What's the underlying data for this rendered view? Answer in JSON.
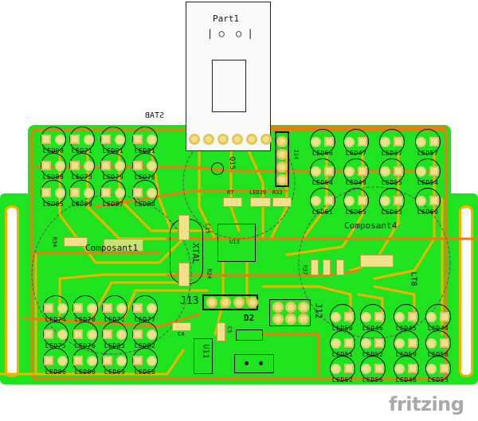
{
  "board": {
    "part1_label": "Part1",
    "stab_label": "STAB",
    "composant1_label": "Composant1",
    "composant4_label": "Composant4",
    "j13_label": "J13",
    "j12_label": "J12",
    "d2_label": "D2",
    "u13_label": "U13",
    "u11_label": "U11",
    "xtal_label": "XTAL",
    "j14_label": "J14",
    "r34_label": "R34",
    "r33_label": "R33",
    "r37_label": "R37",
    "r24_label": "R24",
    "r7_label": "R7",
    "c4_label": "C4",
    "c5_label": "C5",
    "c15_label": "C15",
    "led19_label": "LED19",
    "lt8_label": "LT8",
    "q_label": "Q15",
    "colors": {
      "board": "#1ee31e",
      "trace": "#f0b400",
      "trace_bottom": "#f07a10",
      "pad": "#f3e08a",
      "silk": "#111111"
    }
  },
  "led_groups": {
    "top_left": [
      "LED90",
      "LED71",
      "LED91",
      "LED81",
      "LED88",
      "LED73",
      "LED79",
      "LED78",
      "LED85",
      "LED89",
      "LED87",
      "LED84"
    ],
    "top_right": [
      "LED66",
      "LED47",
      "LED67",
      "LED57",
      "LED64",
      "LED49",
      "LED55",
      "LED54",
      "LED61",
      "LED65",
      "LED63",
      "LED60"
    ],
    "bottom_left": [
      "LED74",
      "LED70",
      "LED72",
      "LED77",
      "LED75",
      "LED76",
      "LED83",
      "LED82",
      "LED86",
      "LED80",
      "LED69",
      "LED68"
    ],
    "bottom_right": [
      "LED50",
      "LED46",
      "LED45",
      "LED44",
      "LED51",
      "LED52",
      "LED59",
      "LED58",
      "LED62",
      "LED56",
      "LED48",
      "LED53"
    ]
  },
  "logo": {
    "text": "fritzing"
  }
}
